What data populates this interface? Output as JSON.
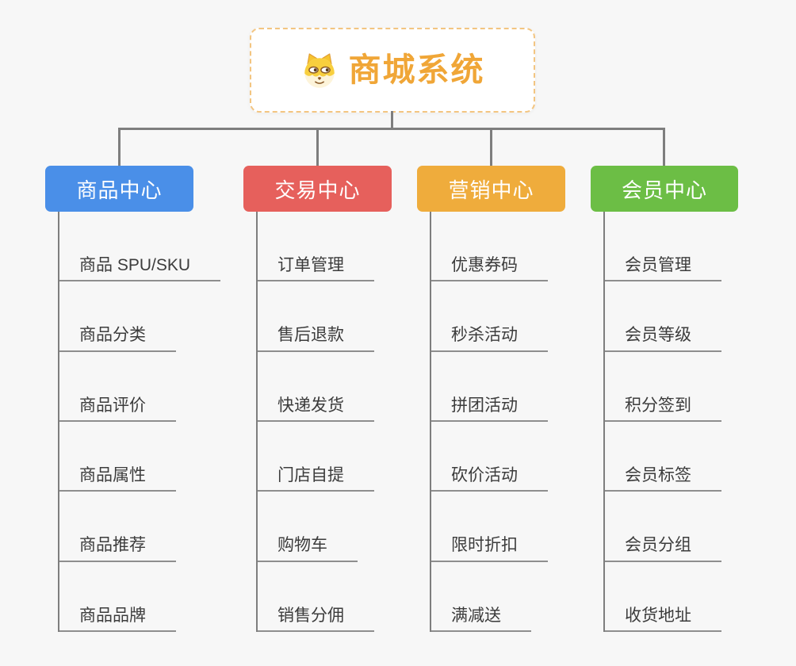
{
  "canvas": {
    "background": "#f7f7f7",
    "connector_color": "#7e7e7e",
    "underline_color": "#8e8e8e"
  },
  "root": {
    "title": "商城系统",
    "icon": "dog-face-icon",
    "text_color": "#f0a637",
    "border_color": "#f3c581"
  },
  "branches": [
    {
      "label": "商品中心",
      "color": "#4a8fe8",
      "children": [
        "商品 SPU/SKU",
        "商品分类",
        "商品评价",
        "商品属性",
        "商品推荐",
        "商品品牌"
      ]
    },
    {
      "label": "交易中心",
      "color": "#e6605c",
      "children": [
        "订单管理",
        "售后退款",
        "快递发货",
        "门店自提",
        "购物车",
        "销售分佣"
      ]
    },
    {
      "label": "营销中心",
      "color": "#efac3c",
      "children": [
        "优惠券码",
        "秒杀活动",
        "拼团活动",
        "砍价活动",
        "限时折扣",
        "满减送"
      ]
    },
    {
      "label": "会员中心",
      "color": "#6cbe45",
      "children": [
        "会员管理",
        "会员等级",
        "积分签到",
        "会员标签",
        "会员分组",
        "收货地址"
      ]
    }
  ]
}
